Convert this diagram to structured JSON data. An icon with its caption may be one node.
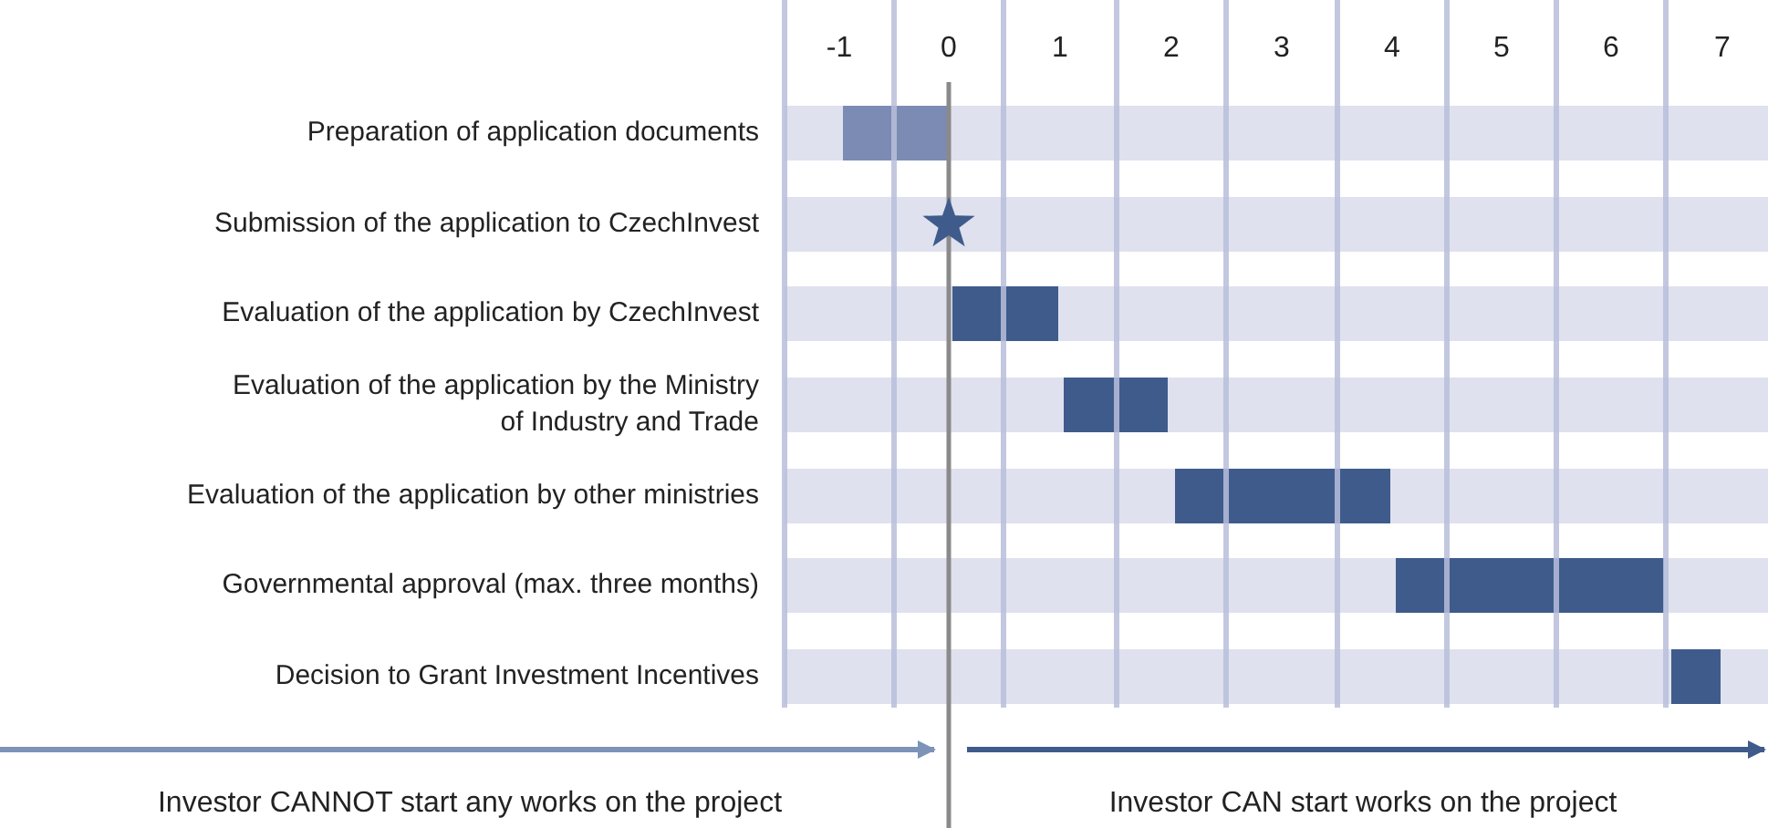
{
  "diagram": {
    "labels": [
      "-1",
      "0",
      "1",
      "2",
      "3",
      "4",
      "5",
      "6",
      "7",
      "Preparation of application documents",
      "Submission of the application to CzechInvest",
      "Evaluation of the application by CzechInvest",
      "Evaluation of the application by the Ministry of Industry and Trade",
      "Evaluation of the application by other ministries",
      "Governmental approval (max. three months)",
      "Decision to Grant Investment Incentives",
      "Investor CANNOT start any works on the project",
      "Investor CAN start works on the project"
    ]
  }
}
